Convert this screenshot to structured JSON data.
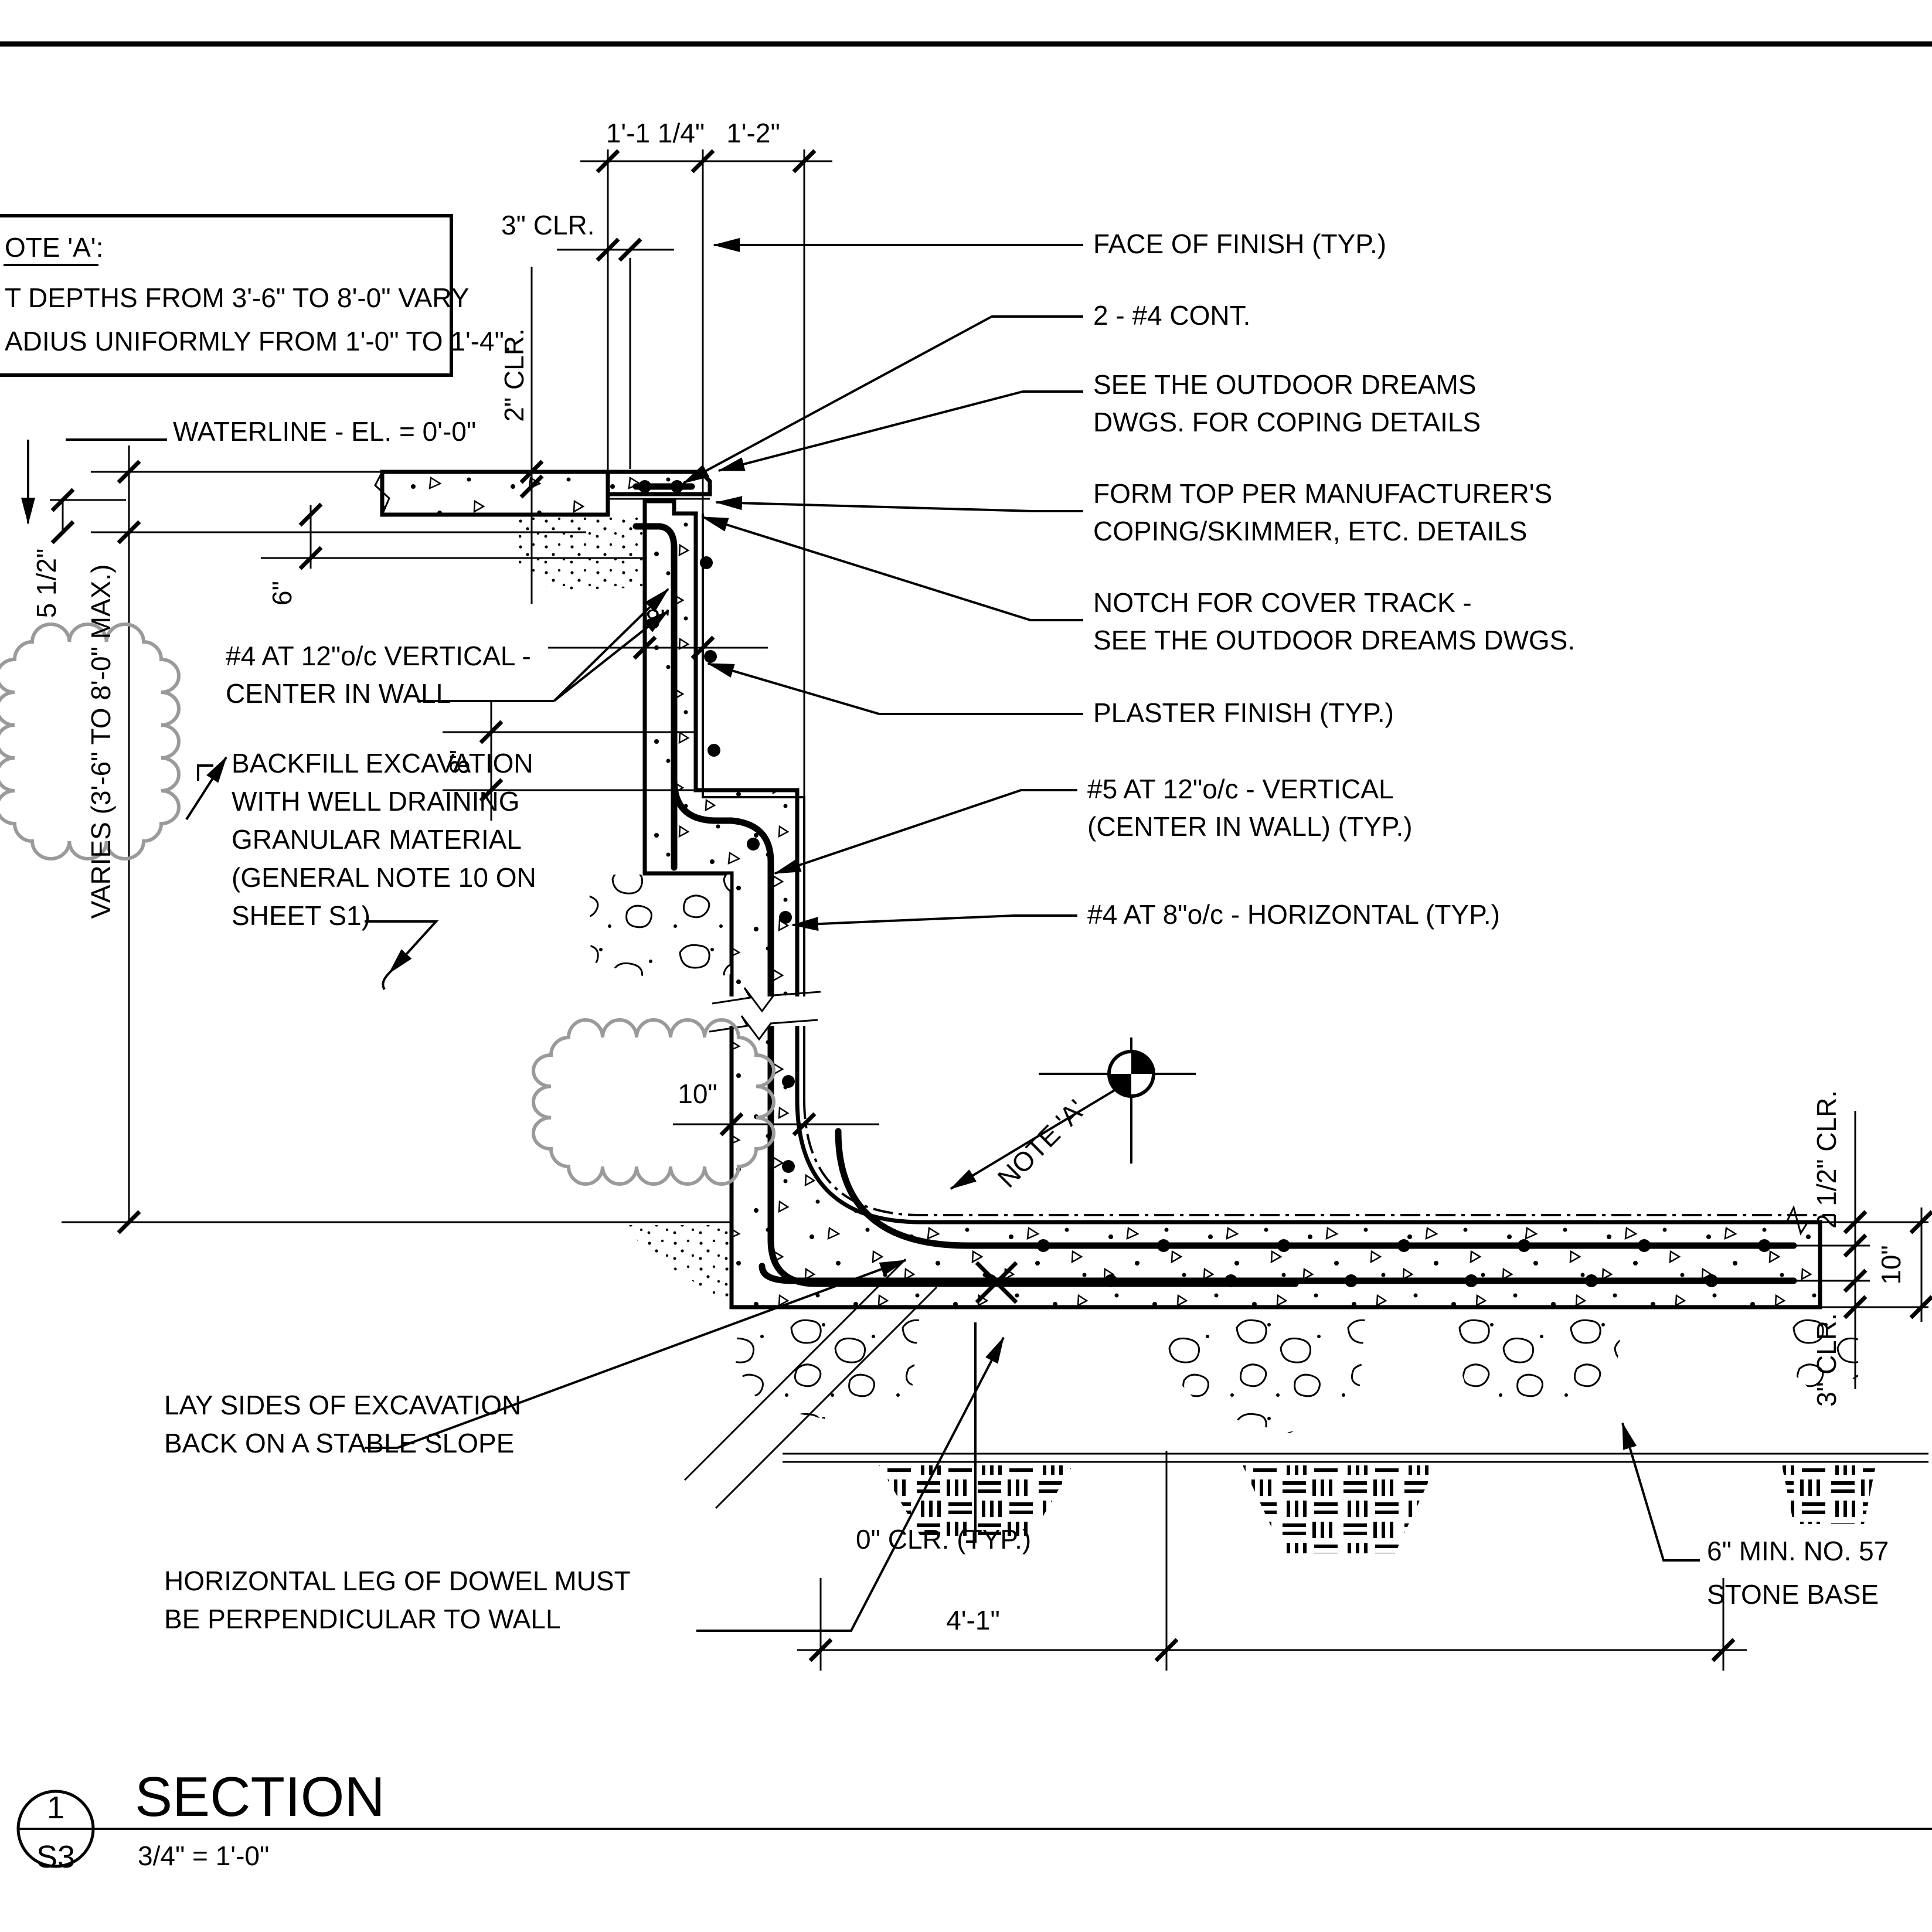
{
  "note_box": {
    "title": "OTE 'A':",
    "line2": "T DEPTHS FROM 3'-6\" TO 8'-0\" VARY",
    "line3": "ADIUS UNIFORMLY FROM 1'-0\" TO 1'-4\"."
  },
  "dims": {
    "top_w1": "1'-1 1/4\"",
    "top_w2": "1'-2\"",
    "clr3_top": "3\" CLR.",
    "clr2_coping": "2\" CLR.",
    "depth6": "6\"",
    "wall8_width": "8\"",
    "step8": "8\"",
    "wall10": "10\"",
    "waterline_5half": "5 1/2\"",
    "varies_depth": "VARIES (3'-6\" TO 8'-0\" MAX.)",
    "slab_clr2half": "2 1/2\" CLR.",
    "slab10": "10\"",
    "slab_clr3": "3\" CLR.",
    "clr0": "0\" CLR. (TYP.)",
    "footing_width": "4'-1\""
  },
  "callouts": {
    "waterline": "WATERLINE - EL. = 0'-0\"",
    "face_of_finish": "FACE OF FINISH (TYP.)",
    "cont_bars": "2 - #4 CONT.",
    "see_outdoor_1": "SEE THE OUTDOOR DREAMS",
    "see_outdoor_2": "DWGS. FOR COPING DETAILS",
    "form_top_1": "FORM TOP PER MANUFACTURER'S",
    "form_top_2": "COPING/SKIMMER, ETC. DETAILS",
    "notch_1": "NOTCH FOR COVER TRACK -",
    "notch_2": "SEE THE OUTDOOR DREAMS DWGS.",
    "plaster": "PLASTER FINISH (TYP.)",
    "v5_1": "#5 AT 12\"o/c - VERTICAL",
    "v5_2": "(CENTER IN WALL) (TYP.)",
    "h4": "#4 AT 8\"o/c - HORIZONTAL (TYP.)",
    "v4_1": "#4 AT 12\"o/c VERTICAL -",
    "v4_2": "CENTER IN WALL",
    "backfill_1": "BACKFILL EXCAVATION",
    "backfill_2": "WITH  WELL DRAINING",
    "backfill_3": "GRANULAR MATERIAL",
    "backfill_4": "(GENERAL NOTE 10 ON",
    "backfill_5": "SHEET S1)",
    "note_a_ref": "NOTE 'A'",
    "lay_1": "LAY SIDES OF EXCAVATION",
    "lay_2": "BACK ON A STABLE SLOPE",
    "dowel_1": "HORIZONTAL LEG OF DOWEL MUST",
    "dowel_2": "BE PERPENDICULAR TO WALL",
    "stone_1": "6\" MIN. NO. 57",
    "stone_2": "STONE BASE"
  },
  "title_block": {
    "detail_number": "1",
    "sheet_number": "S3",
    "title": "SECTION",
    "scale": "3/4\" = 1'-0\""
  }
}
